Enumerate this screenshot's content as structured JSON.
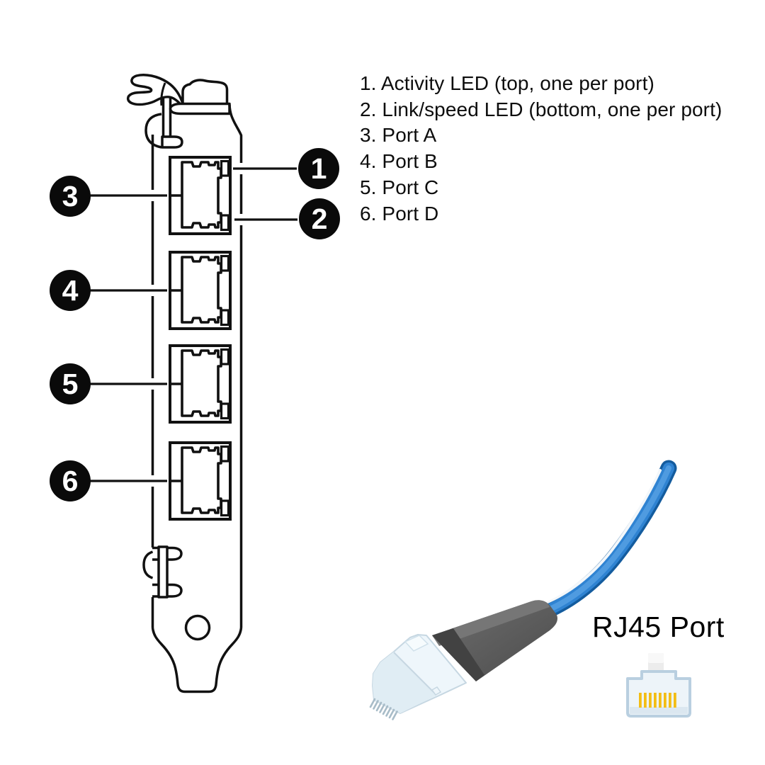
{
  "legend": {
    "items": [
      "1. Activity LED (top, one per port)",
      "2. Link/speed LED (bottom, one per port)",
      "3. Port A",
      "4. Port B",
      "5. Port C",
      "6. Port D"
    ]
  },
  "callouts": [
    "1",
    "2",
    "3",
    "4",
    "5",
    "6"
  ],
  "cable": {
    "label": "RJ45 Port"
  },
  "colors": {
    "line_art": "#111111",
    "callout_background": "#0a0a0a",
    "callout_text": "#ffffff",
    "cable_blue": "#2f83d2",
    "cable_blue_dark": "#145c9e",
    "cable_highlight": "#ffffff",
    "boot_gray": "#5c5c5c",
    "plug_fill": "#eef6fb",
    "rj45_icon_border": "#b9cfe0",
    "rj45_icon_fill": "#edf4f9",
    "rj45_pin_yellow": "#f3bd13"
  }
}
